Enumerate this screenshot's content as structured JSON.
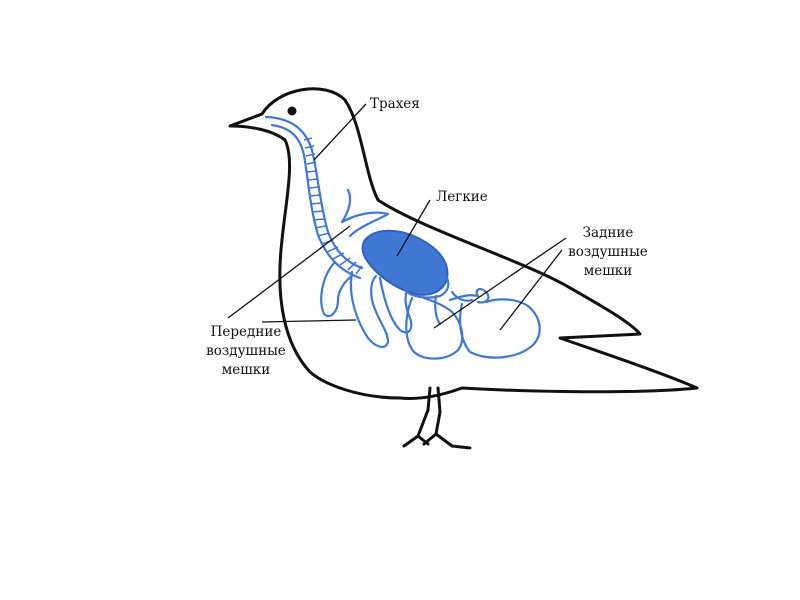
{
  "labels": {
    "trachea": "Трахея",
    "lungs": "Легкие",
    "front_sacs": [
      "Передние",
      "воздушные",
      "мешки"
    ],
    "rear_sacs": [
      "Задние",
      "воздушные",
      "мешки"
    ]
  },
  "colors": {
    "organs": "#3f78d4",
    "outline": "#111111",
    "background": "#ffffff"
  }
}
